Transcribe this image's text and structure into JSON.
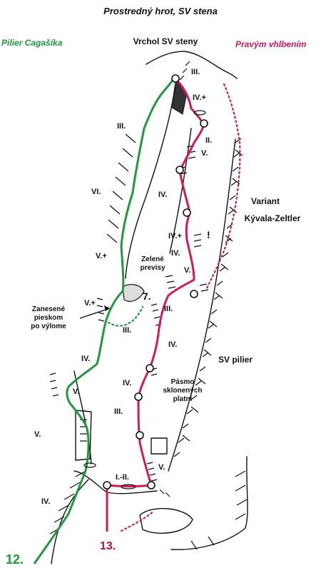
{
  "title": "Prostredný hrot, SV stena",
  "summit_label": "Vrchol SV steny",
  "route_left": {
    "name": "Pilier Cagašíka",
    "number": "12.",
    "color": "#1e9a3c"
  },
  "route_right": {
    "name": "Pravým vhlbením",
    "number": "13.",
    "color": "#d6185a"
  },
  "variant_label_line1": "Variant",
  "variant_label_line2": "Kývala-Zeltler",
  "features": {
    "zelene_1": "Zelené",
    "zelene_2": "previsy",
    "zanesene_1": "Zanesené",
    "zanesene_2": "pieskom",
    "zanesene_3": "po výlome",
    "pasmo_1": "Pásmo",
    "pasmo_2": "sklonených",
    "pasmo_3": "platní",
    "sv_pilier": "SV pilier",
    "exclaim": "!"
  },
  "grades": {
    "g_top": "III.",
    "g_ivplus_top": "IV.+",
    "g_ii": "II.",
    "g_v_top": "V.",
    "g_iii_left": "III.",
    "g_vi": "VI.",
    "g_iv_mid": "IV.",
    "g_ivplus_mid": "IV.+",
    "g_iv_zel": "IV.",
    "g_vplus_left": "V.+",
    "g_v_right": "V.",
    "g_seven": "7.",
    "g_vplus_lower": "V.+",
    "g_iii_right": "III.",
    "g_iii_center": "III.",
    "g_iv_center": "IV.",
    "g_iv_left": "IV.",
    "g_iv_pasmo": "IV.",
    "g_v_green": "V.",
    "g_iii_pasmo": "III.",
    "g_v_slabs": "V.",
    "g_v_bottom": "V.",
    "g_i_ii": "I.-II.",
    "g_iv_bottom": "IV."
  }
}
